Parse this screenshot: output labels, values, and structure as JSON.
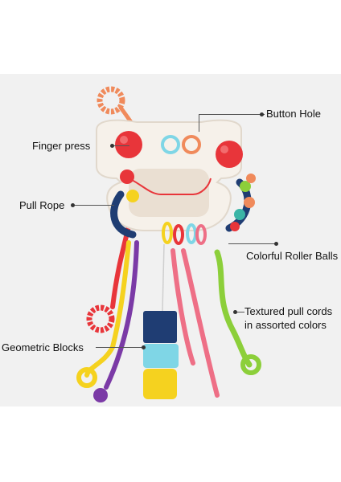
{
  "callouts": {
    "finger_press": "Finger press",
    "button_hole": "Button Hole",
    "pull_rope": "Pull Rope",
    "roller_balls": "Colorful Roller Balls",
    "pull_cords_line1": "Textured pull cords",
    "pull_cords_line2": "in assorted colors",
    "geometric_blocks": "Geometric Blocks"
  },
  "colors": {
    "background": "#f1f1f1",
    "board": "#f6f1ea",
    "red_button": "#e8353a",
    "orange": "#f08a5b",
    "teal": "#3bb5a6",
    "navy": "#1f3d73",
    "yellow": "#f5d21f",
    "pink": "#ee6f86",
    "green": "#8ccf3a",
    "purple": "#7b3aa6",
    "light_blue": "#7fd6e6"
  }
}
